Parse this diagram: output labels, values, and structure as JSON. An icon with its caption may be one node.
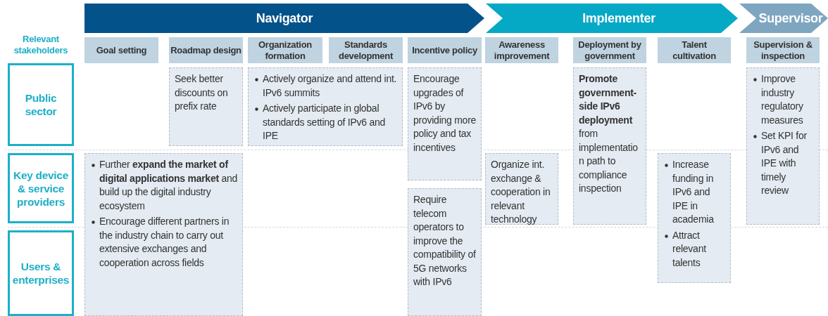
{
  "diagram": {
    "nodes": [
      {
        "text": [
          "Navigator"
        ]
      },
      {
        "text": [
          "Implementer"
        ]
      },
      {
        "text": [
          "Supervisor"
        ]
      },
      {
        "text": [
          "Goal setting"
        ]
      },
      {
        "text": [
          "Roadmap design"
        ]
      },
      {
        "text": [
          "Organization formation"
        ]
      },
      {
        "text": [
          "Standards development"
        ]
      },
      {
        "text": [
          "Incentive policy"
        ]
      },
      {
        "text": [
          "Awareness improvement"
        ]
      },
      {
        "text": [
          "Deployment by government"
        ]
      },
      {
        "text": [
          "Talent cultivation"
        ]
      },
      {
        "text": [
          "Supervision & inspection"
        ]
      },
      {
        "text": [
          "Public sector"
        ]
      },
      {
        "text": [
          "Key device & service providers"
        ]
      },
      {
        "text": [
          "Users & enterprises"
        ]
      },
      {
        "text": [
          "Seek better discounts on prefix rate"
        ]
      },
      {
        "text": [
          "Actively organize and attend int. IPv6 summits",
          "Actively participate in global standards setting of IPv6 and IPE"
        ]
      },
      {
        "text": [
          "Encourage upgrades of IPv6 by providing more policy and tax incentives"
        ]
      },
      {
        "text": [
          "**Promote government-side IPv6 deployment** from implementation path to compliance inspection"
        ]
      },
      {
        "text": [
          "Improve industry regulatory measures",
          "Set KPI for IPv6 and IPE with timely review"
        ]
      },
      {
        "text": [
          "Further **expand the market of digital applications market** and build up the digital industry ecosystem",
          "Encourage different partners in the industry chain to carry out extensive exchanges and cooperation across fields"
        ]
      },
      {
        "text": [
          "Organize int. exchange & cooperation in relevant technology"
        ]
      },
      {
        "text": [
          "Increase funding in IPv6 and IPE in academia",
          "Attract relevant talents"
        ]
      },
      {
        "text": [
          "Require telecom operators to improve the compatibility of 5G networks with IPv6"
        ]
      }
    ],
    "labels": [
      "Relevant stakeholders"
    ]
  }
}
